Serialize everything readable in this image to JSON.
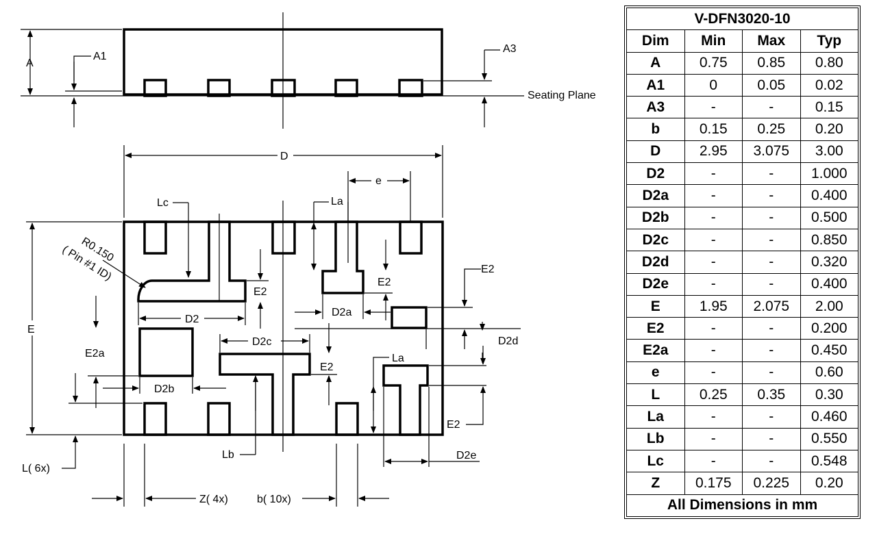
{
  "table": {
    "title": "V-DFN3020-10",
    "headers": [
      "Dim",
      "Min",
      "Max",
      "Typ"
    ],
    "rows": [
      [
        "A",
        "0.75",
        "0.85",
        "0.80"
      ],
      [
        "A1",
        "0",
        "0.05",
        "0.02"
      ],
      [
        "A3",
        "-",
        "-",
        "0.15"
      ],
      [
        "b",
        "0.15",
        "0.25",
        "0.20"
      ],
      [
        "D",
        "2.95",
        "3.075",
        "3.00"
      ],
      [
        "D2",
        "-",
        "-",
        "1.000"
      ],
      [
        "D2a",
        "-",
        "-",
        "0.400"
      ],
      [
        "D2b",
        "-",
        "-",
        "0.500"
      ],
      [
        "D2c",
        "-",
        "-",
        "0.850"
      ],
      [
        "D2d",
        "-",
        "-",
        "0.320"
      ],
      [
        "D2e",
        "-",
        "-",
        "0.400"
      ],
      [
        "E",
        "1.95",
        "2.075",
        "2.00"
      ],
      [
        "E2",
        "-",
        "-",
        "0.200"
      ],
      [
        "E2a",
        "-",
        "-",
        "0.450"
      ],
      [
        "e",
        "-",
        "-",
        "0.60"
      ],
      [
        "L",
        "0.25",
        "0.35",
        "0.30"
      ],
      [
        "La",
        "-",
        "-",
        "0.460"
      ],
      [
        "Lb",
        "-",
        "-",
        "0.550"
      ],
      [
        "Lc",
        "-",
        "-",
        "0.548"
      ],
      [
        "Z",
        "0.175",
        "0.225",
        "0.20"
      ]
    ],
    "footer": "All Dimensions in mm"
  },
  "side_view": {
    "label_A": "A",
    "label_A1": "A1",
    "label_A3": "A3",
    "label_seating": "Seating Plane"
  },
  "bottom_view": {
    "label_D": "D",
    "label_e": "e",
    "label_Lc": "Lc",
    "label_La_top": "La",
    "label_R": "R0.150",
    "label_pin1": "( Pin #1 ID)",
    "label_E": "E",
    "label_E2_right": "E2",
    "label_E2_mid1": "E2",
    "label_E2_mid2": "E2",
    "label_E2_mid3": "E2",
    "label_E2_lower": "E2",
    "label_D2": "D2",
    "label_D2a": "D2a",
    "label_D2c": "D2c",
    "label_D2d": "D2d",
    "label_E2a": "E2a",
    "label_D2b": "D2b",
    "label_La_bottom": "La",
    "label_Lb": "Lb",
    "label_D2e": "D2e",
    "label_L": "L(  6x)",
    "label_Z": "Z(  4x)",
    "label_b": "b(  10x)"
  }
}
